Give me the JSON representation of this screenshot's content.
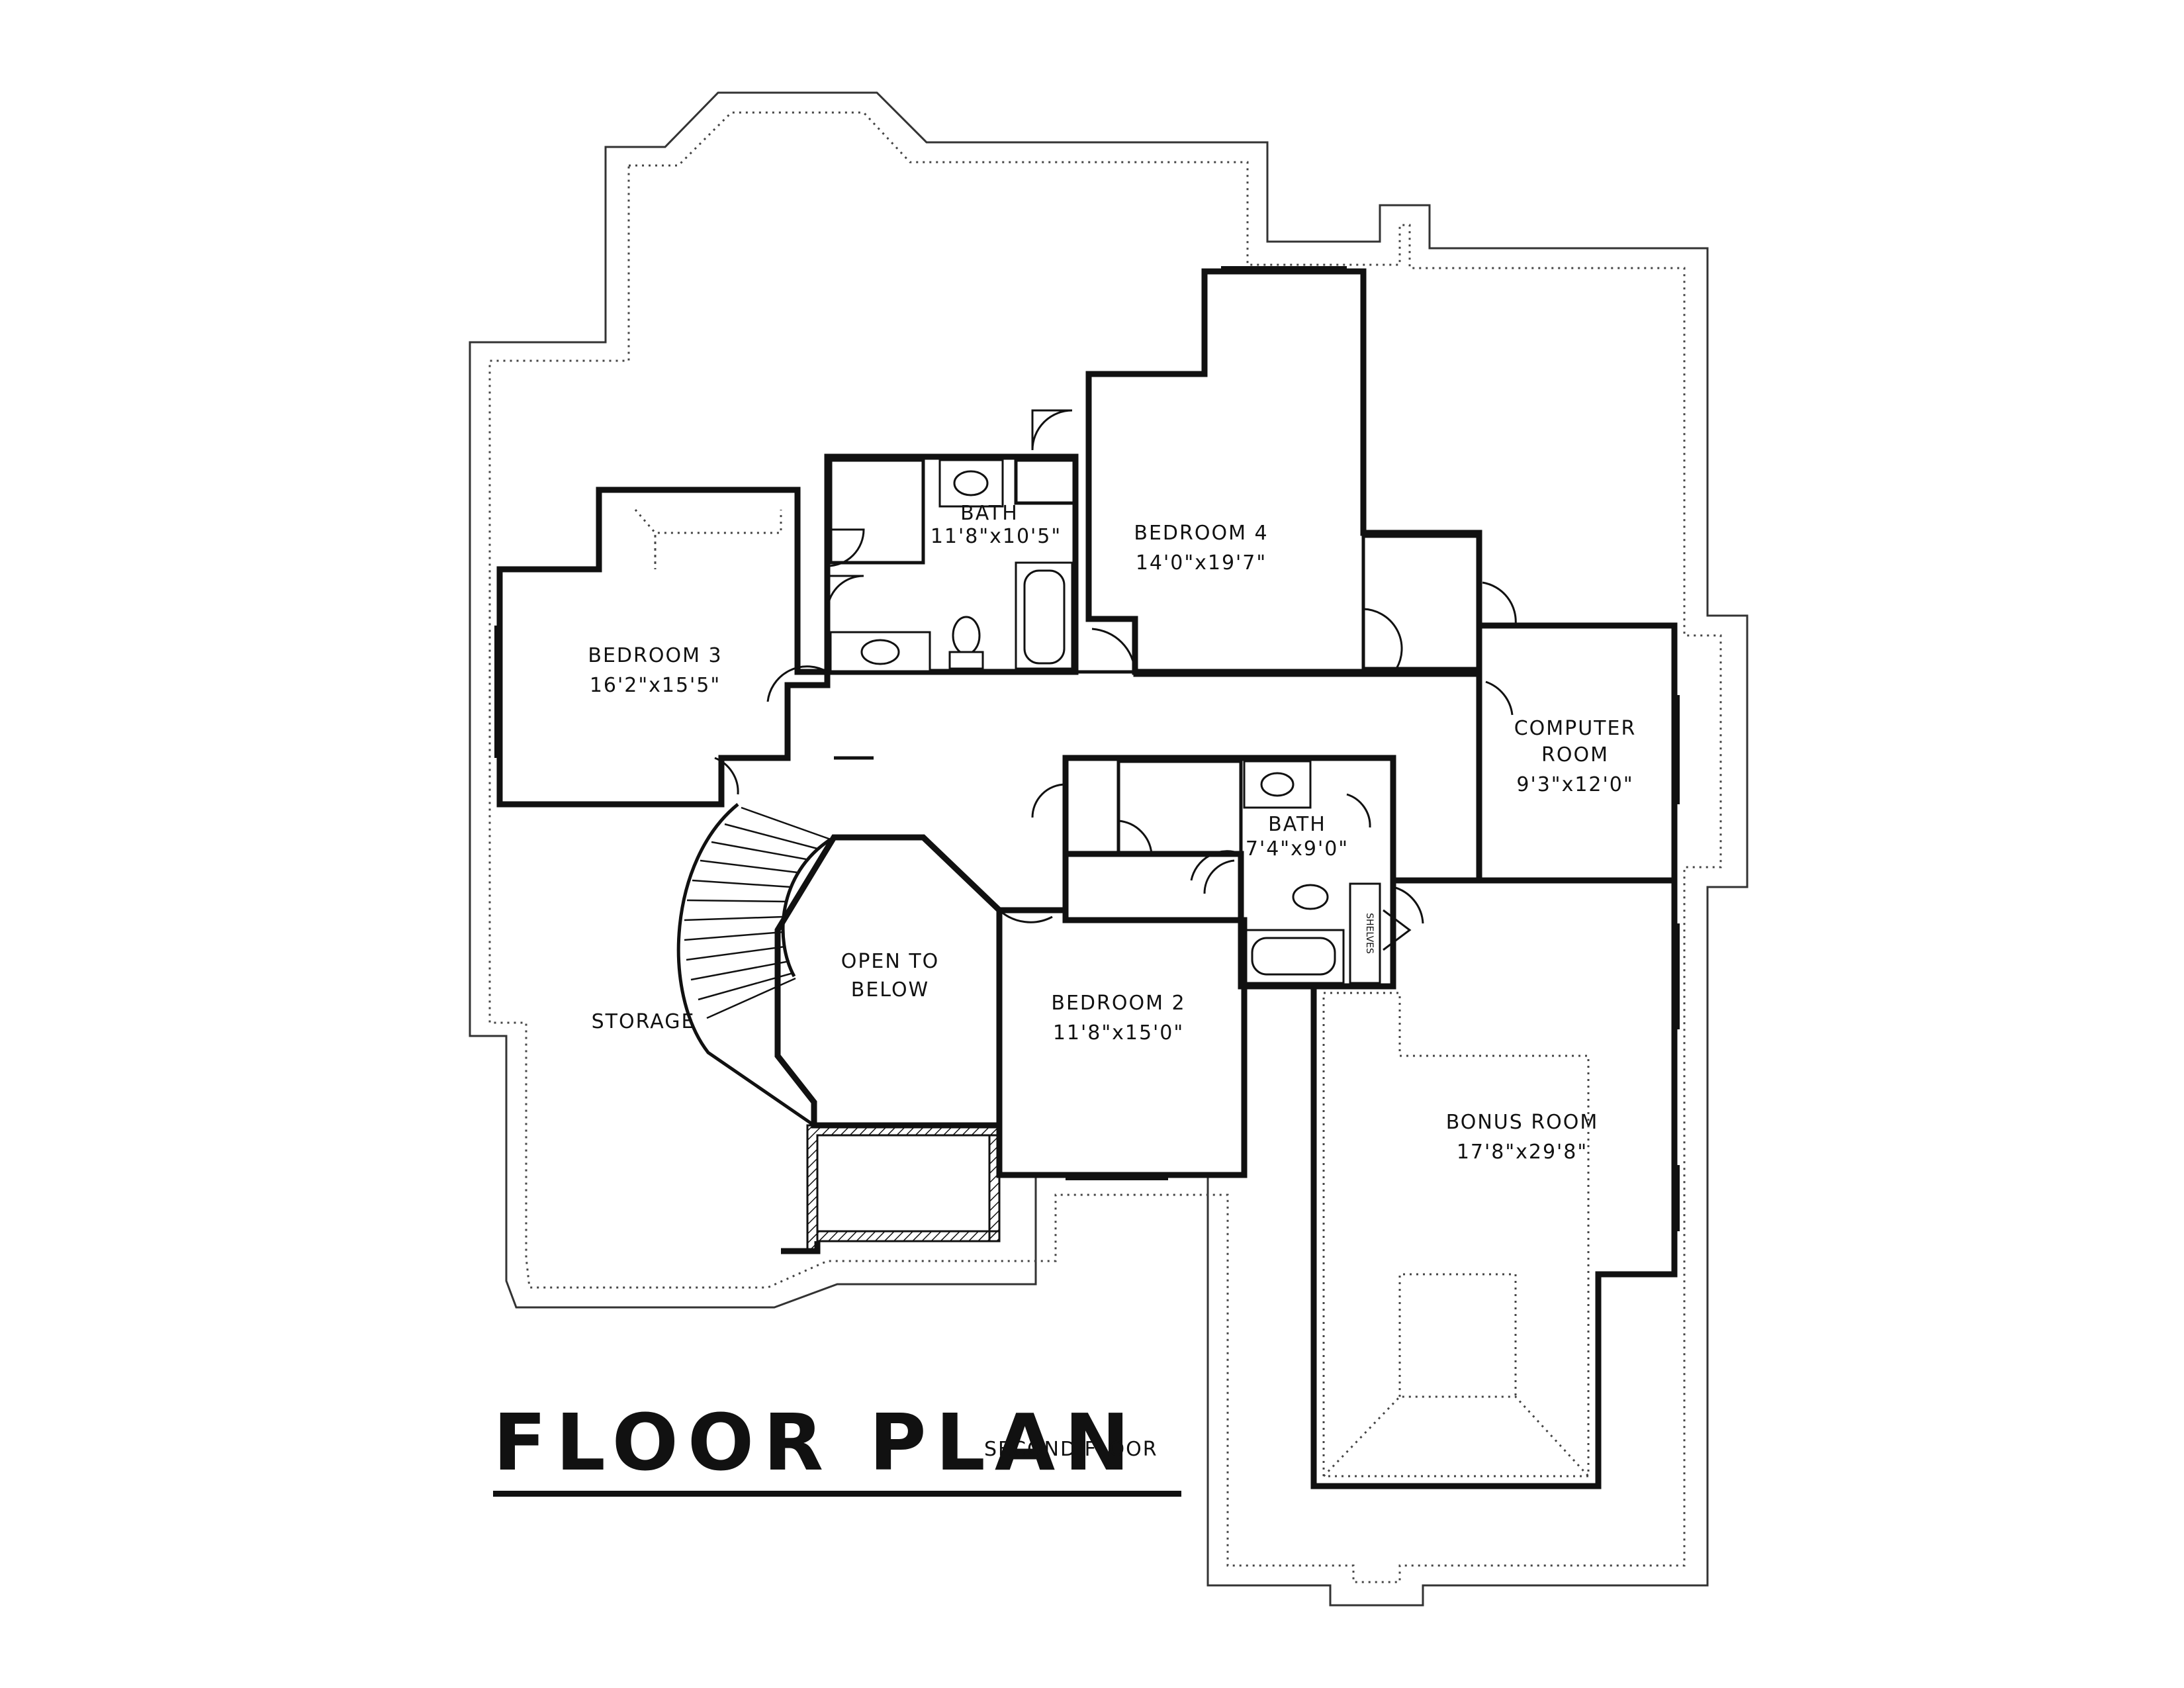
{
  "rooms": {
    "bedroom4": {
      "name": "BEDROOM 4",
      "size": "14'0\"x19'7\""
    },
    "bath_upper": {
      "name": "BATH",
      "size": "11'8\"x10'5\""
    },
    "bedroom3": {
      "name": "BEDROOM 3",
      "size": "16'2\"x15'5\""
    },
    "computer": {
      "name_line1": "COMPUTER",
      "name_line2": "ROOM",
      "size": "9'3\"x12'0\""
    },
    "bath_lower": {
      "name": "BATH",
      "size": "7'4\"x9'0\""
    },
    "bedroom2": {
      "name": "BEDROOM 2",
      "size": "11'8\"x15'0\""
    },
    "open": {
      "line1": "OPEN TO",
      "line2": "BELOW"
    },
    "storage": {
      "name": "STORAGE"
    },
    "bonus": {
      "name": "BONUS ROOM",
      "size": "17'8\"x29'8\""
    },
    "shelves": {
      "name": "SHELVES"
    }
  },
  "title": {
    "main": "FLOOR PLAN",
    "sub": "SECOND FLOOR"
  }
}
